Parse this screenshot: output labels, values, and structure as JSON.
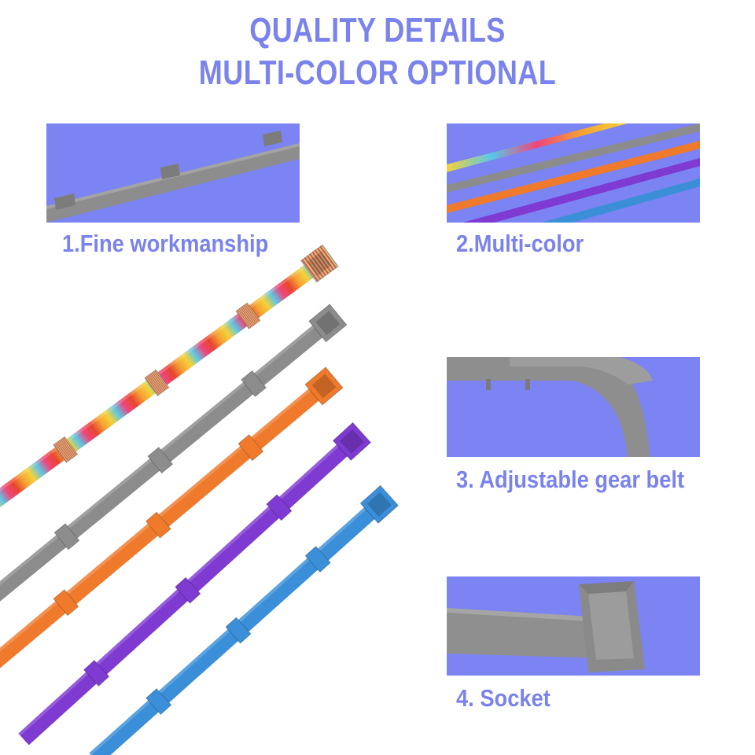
{
  "header": {
    "line1": "QUALITY DETAILS",
    "line2": "MULTI-COLOR OPTIONAL"
  },
  "captions": [
    "1.Fine workmanship",
    "2.Multi-color",
    "3. Adjustable gear belt",
    "4. Socket"
  ],
  "colors": {
    "accent_text": "#7a83ec",
    "panel_bg": "#7b84f2",
    "gray_tie": "#8c8c8c",
    "orange_tie": "#ef7a2c",
    "purple_tie": "#7e3ad1",
    "blue_tie": "#3a8fd8"
  },
  "tie_colors": [
    "rainbow",
    "gray",
    "orange",
    "purple",
    "blue"
  ]
}
